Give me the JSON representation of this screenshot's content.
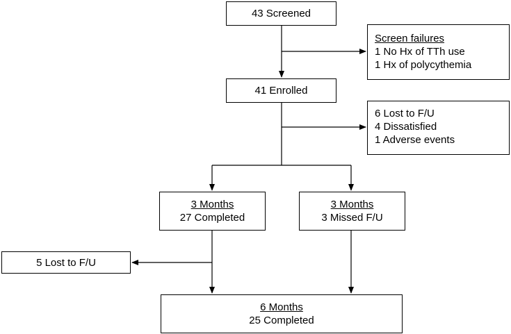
{
  "boxes": {
    "screened": {
      "text": "43 Screened"
    },
    "screen_failures": {
      "heading": "Screen failures",
      "lines": [
        "1 No Hx of TTh use",
        "1 Hx of polycythemia"
      ]
    },
    "enrolled": {
      "text": "41 Enrolled"
    },
    "dropouts": {
      "lines": [
        "6 Lost to F/U",
        "4 Dissatisfied",
        "1 Adverse events"
      ]
    },
    "three_months_completed": {
      "heading": "3 Months",
      "text": "27 Completed"
    },
    "three_months_missed": {
      "heading": "3 Months",
      "text": "3 Missed F/U"
    },
    "lost_followup": {
      "text": "5 Lost to F/U"
    },
    "six_months": {
      "heading": "6 Months",
      "text": "25 Completed"
    }
  }
}
